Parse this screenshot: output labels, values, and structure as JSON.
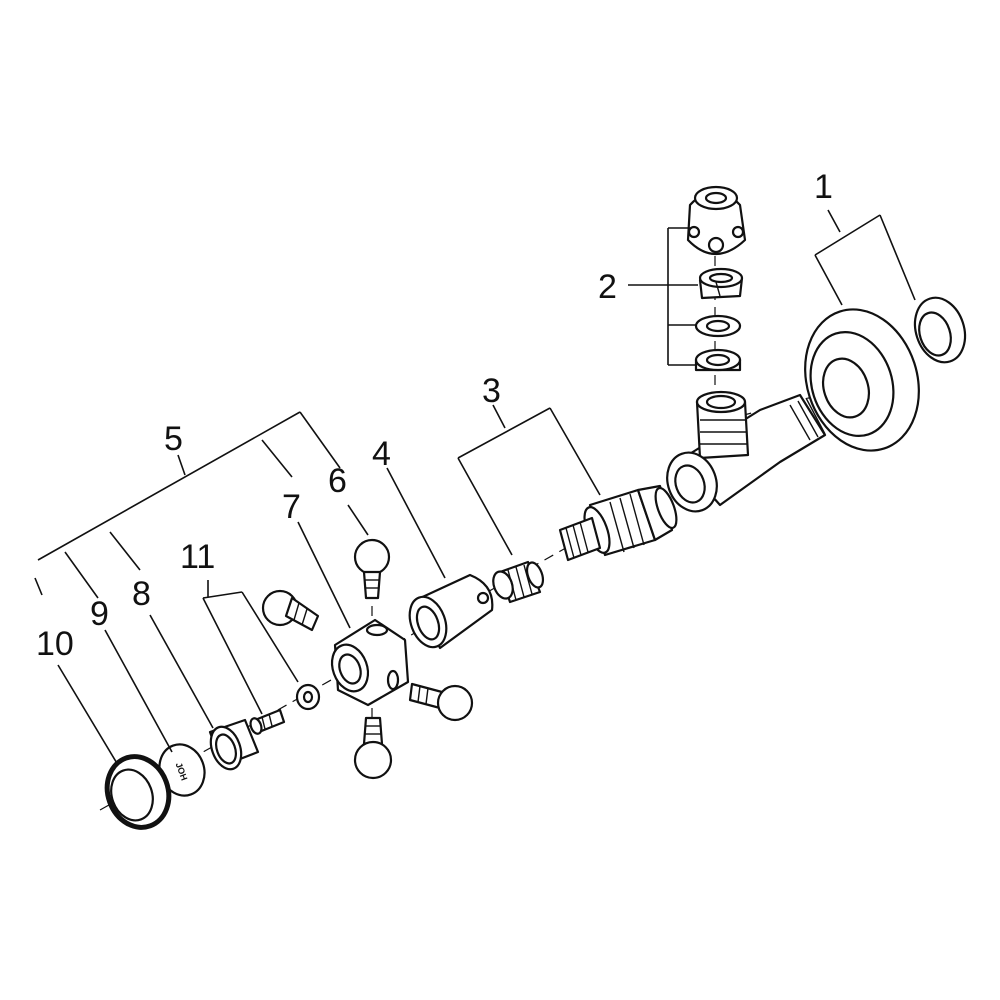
{
  "callouts": {
    "c1": "1",
    "c2": "2",
    "c3": "3",
    "c4": "4",
    "c5": "5",
    "c6": "6",
    "c7": "7",
    "c8": "8",
    "c9": "9",
    "c10": "10",
    "c11": "11"
  },
  "cap_marking": "JOH"
}
